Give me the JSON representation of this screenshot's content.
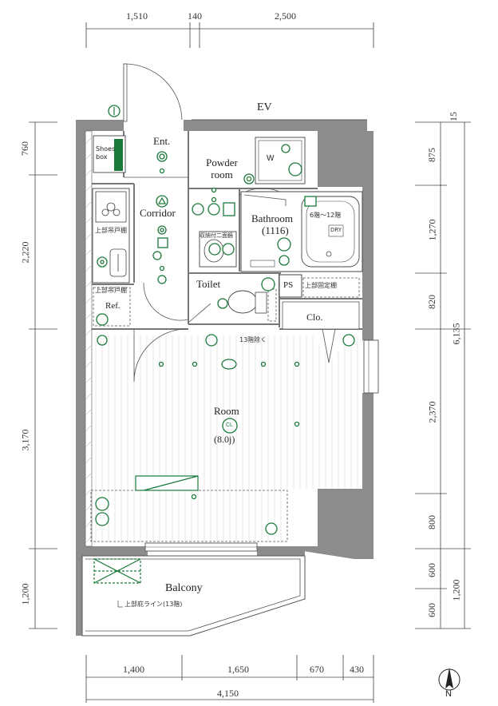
{
  "dimensions": {
    "top": [
      "1,510",
      "140",
      "2,500"
    ],
    "bottom": [
      "1,400",
      "1,650",
      "670",
      "430"
    ],
    "bottom_total": "4,150",
    "left": [
      "760",
      "2,220",
      "3,170",
      "1,200"
    ],
    "right": [
      "15",
      "875",
      "1,270",
      "820",
      "2,370",
      "800",
      "600",
      "600"
    ],
    "right_outer": [
      "6,135",
      "1,200"
    ]
  },
  "rooms": {
    "ev": "EV",
    "ent": "Ent.",
    "shoes_box": "Shoes box",
    "powder_room": "Powder room",
    "corridor": "Corridor",
    "bathroom": "Bathroom",
    "bathroom_size": "(1116)",
    "toilet": "Toilet",
    "ps": "PS",
    "clo": "Clo.",
    "ref": "Ref.",
    "room": "Room",
    "room_size": "(8.0j)",
    "balcony": "Balcony"
  },
  "notes": {
    "upper_cabinet_1": "上部吊戸棚",
    "upper_cabinet_2": "上部吊戸棚",
    "upper_fixed_shelf": "上部固定棚",
    "floors_bath": "6階～12階",
    "dry": "DRY",
    "storage_two_tier": "収納付二面鏡",
    "except_13f": "13階除く",
    "balcony_line": "上部庇ライン(13階)",
    "washer": "W",
    "cl": "CL",
    "north": "N"
  }
}
